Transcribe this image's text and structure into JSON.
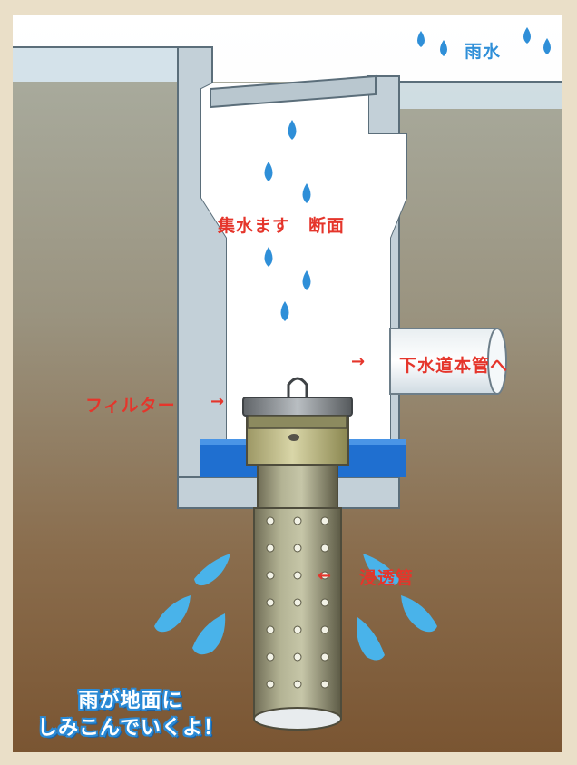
{
  "labels": {
    "rain": "雨水",
    "basin_section": "集水ます　断面",
    "to_sewer": "下水道本管へ",
    "filter": "フィルター",
    "infiltration_pipe": "浸透管"
  },
  "arrows": {
    "right": "→",
    "left": "←"
  },
  "caption": {
    "line1": "雨が地面に",
    "line2": "しみこんでいくよ！"
  },
  "colors": {
    "label_red": "#e5352b",
    "rain_blue": "#2f8fd8",
    "water_blue": "#1f6fd0",
    "ground_top": "#a3a393",
    "ground_bottom": "#7a5733",
    "concrete": "#c5d2d9"
  }
}
